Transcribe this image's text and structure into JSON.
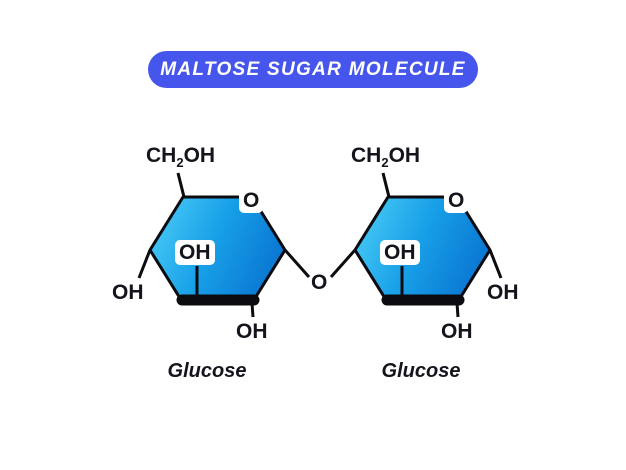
{
  "banner": {
    "title": "MALTOSE SUGAR MOLECULE",
    "bg_color": "#4656EC",
    "text_color": "#FFFFFF"
  },
  "diagram": {
    "ring_gradient": {
      "start": "#4FD0F8",
      "mid": "#18A0E8",
      "end": "#0B7AD4"
    },
    "outline_color": "#0B0B10",
    "bridge_o": "O",
    "left": {
      "ch2oh_prefix": "CH",
      "ch2oh_sub": "2",
      "ch2oh_suffix": "OH",
      "ring_o": "O",
      "inner_oh": "OH",
      "side_oh": "OH",
      "bottom_oh": "OH",
      "caption": "Glucose"
    },
    "right": {
      "ch2oh_prefix": "CH",
      "ch2oh_sub": "2",
      "ch2oh_suffix": "OH",
      "ring_o": "O",
      "inner_oh": "OH",
      "side_oh": "OH",
      "bottom_oh": "OH",
      "caption": "Glucose"
    }
  }
}
